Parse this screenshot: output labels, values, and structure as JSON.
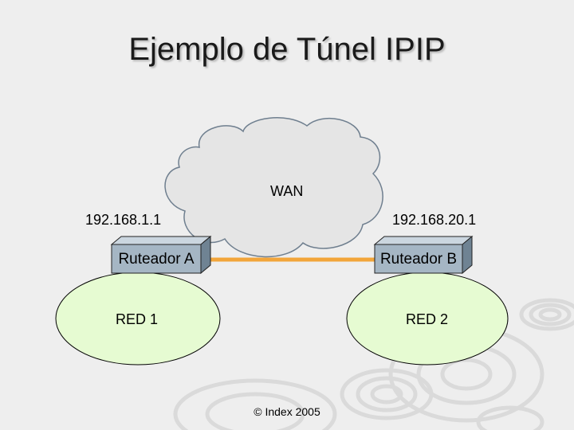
{
  "title": "Ejemplo de Túnel IPIP",
  "cloud": {
    "label": "WAN"
  },
  "routers": [
    {
      "name": "Ruteador A",
      "ip": "192.168.1.1"
    },
    {
      "name": "Ruteador B",
      "ip": "192.168.20.1"
    }
  ],
  "networks": [
    {
      "label": "RED 1"
    },
    {
      "label": "RED 2"
    }
  ],
  "footer": "© Index 2005",
  "colors": {
    "background": "#eeeeee",
    "cloud_fill": "#e5e5e5",
    "cloud_stroke": "#6f7f8f",
    "router_front": "#a5b6c4",
    "router_top": "#cbd6df",
    "router_side": "#6f8393",
    "network_fill": "#e6fbd2",
    "tunnel_line": "#f2a53a"
  }
}
